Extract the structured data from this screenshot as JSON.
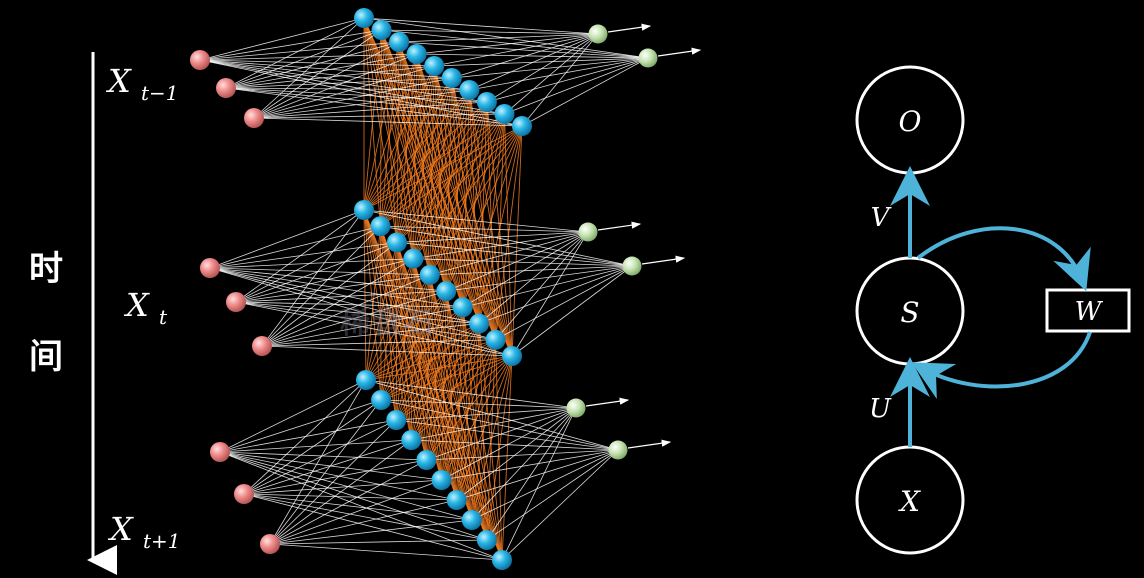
{
  "left_figure": {
    "time_axis_label_chars": [
      "时",
      "间"
    ],
    "step_labels": [
      {
        "base": "X",
        "sub": "t−1"
      },
      {
        "base": "X",
        "sub": "t"
      },
      {
        "base": "X",
        "sub": "t+1"
      }
    ],
    "layers": [
      {
        "inputs": 3,
        "hidden": 10,
        "outputs": 2
      },
      {
        "inputs": 3,
        "hidden": 10,
        "outputs": 2
      },
      {
        "inputs": 3,
        "hidden": 10,
        "outputs": 2
      }
    ],
    "watermark": "稀音石",
    "colors": {
      "input_node": "#f08c8c",
      "hidden_node": "#29b6e6",
      "output_node": "#c5e3b0",
      "feedforward_edge": "#ffffff",
      "recurrent_edge": "#f07a20"
    }
  },
  "right_figure": {
    "nodes": {
      "output": "O",
      "state": "S",
      "input": "X",
      "weight": "W"
    },
    "edges": {
      "state_to_output": "V",
      "input_to_state": "U"
    },
    "colors": {
      "arrow": "#4fb3d9",
      "outline": "#ffffff"
    }
  }
}
